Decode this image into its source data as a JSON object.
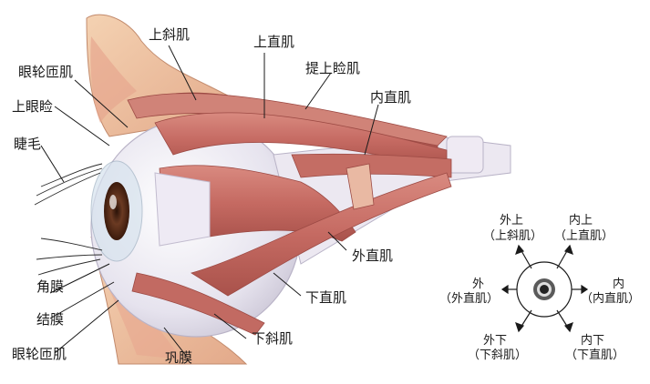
{
  "labels": {
    "superior_oblique": "上斜肌",
    "superior_rectus": "上直肌",
    "orbicularis_top": "眼轮匝肌",
    "levator": "提上睑肌",
    "upper_eyelid": "上眼睑",
    "medial_rectus": "内直肌",
    "eyelashes": "睫毛",
    "lateral_rectus": "外直肌",
    "cornea": "角膜",
    "inferior_rectus": "下直肌",
    "conjunctiva": "结膜",
    "inferior_oblique": "下斜肌",
    "orbicularis_bottom": "眼轮匝肌",
    "sclera": "巩膜"
  },
  "directions": {
    "up_left_1": "外上",
    "up_left_2": "（上斜肌）",
    "up_right_1": "内上",
    "up_right_2": "（上直肌）",
    "left_1": "外",
    "left_2": "（外直肌）",
    "right_1": "内",
    "right_2": "（内直肌）",
    "down_left_1": "外下",
    "down_left_2": "（下斜肌）",
    "down_right_1": "内下",
    "down_right_2": "（下直肌）"
  },
  "colors": {
    "muscle": "#c9736b",
    "muscle_dark": "#a8524c",
    "sclera": "#e9e6ef",
    "tissue": "#f0c6a4",
    "skin": "#e8b89a"
  }
}
